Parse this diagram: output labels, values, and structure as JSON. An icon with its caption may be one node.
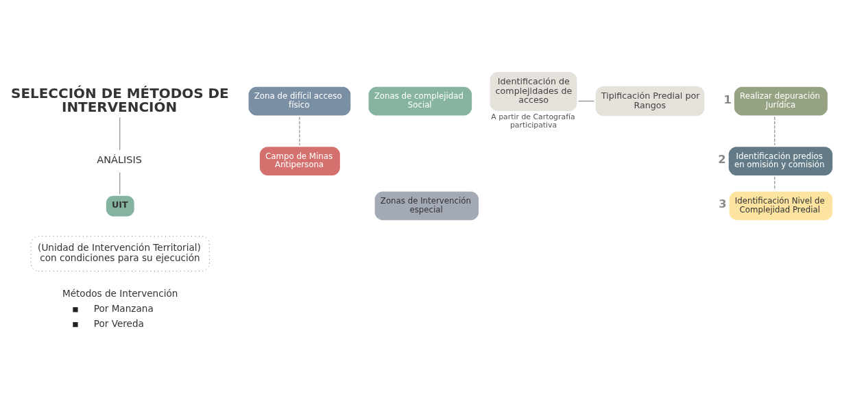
{
  "diagram": {
    "nodes": [
      {
        "text": [
          "SELECCIÓN DE MÉTODOS DE INTERVENCIÓN"
        ]
      },
      {
        "text": [
          "Zona de difícil acceso físico"
        ]
      },
      {
        "text": [
          "Zonas de complejidad Social"
        ]
      },
      {
        "text": [
          "Identificación de complejidades de acceso"
        ],
        "beside": [
          "A partir de Cartografía participativa"
        ]
      },
      {
        "text": [
          "Zonas de Intervención especial"
        ]
      },
      {
        "text": [
          "Campo de Minas Antipersona"
        ]
      },
      {
        "text": [
          "Realizar depuración Jurídica"
        ],
        "beside": [
          "1"
        ]
      },
      {
        "text": [
          "Tipificación Predial por Rangos"
        ]
      },
      {
        "text": [
          "Identificación predios en omisión y comisión"
        ],
        "beside": [
          "2"
        ]
      },
      {
        "text": [
          "Identificación Nivel de Complejidad Predial"
        ],
        "beside": [
          "3"
        ]
      },
      {
        "text": [
          "ANÁLISIS"
        ]
      },
      {
        "text": [
          "UIT"
        ]
      },
      {
        "text": [
          "(Unidad de Intervención Territorial) con condiciones para su ejecución"
        ]
      }
    ],
    "edges": [
      {
        "from": 0,
        "to": 10,
        "arrow": "none"
      },
      {
        "from": 3,
        "to": 7,
        "arrow": "none"
      },
      {
        "from": 10,
        "to": 11,
        "arrow": "none"
      },
      {
        "from": 1,
        "to": 5,
        "arrow": "none",
        "style": "dashed"
      },
      {
        "from": 6,
        "to": 8,
        "arrow": "none",
        "style": "dashed"
      },
      {
        "from": 8,
        "to": 9,
        "arrow": "none",
        "style": "dashed"
      }
    ],
    "labels": [
      "Métodos de Intervención",
      "Por Manzana",
      "Por Vereda"
    ]
  }
}
